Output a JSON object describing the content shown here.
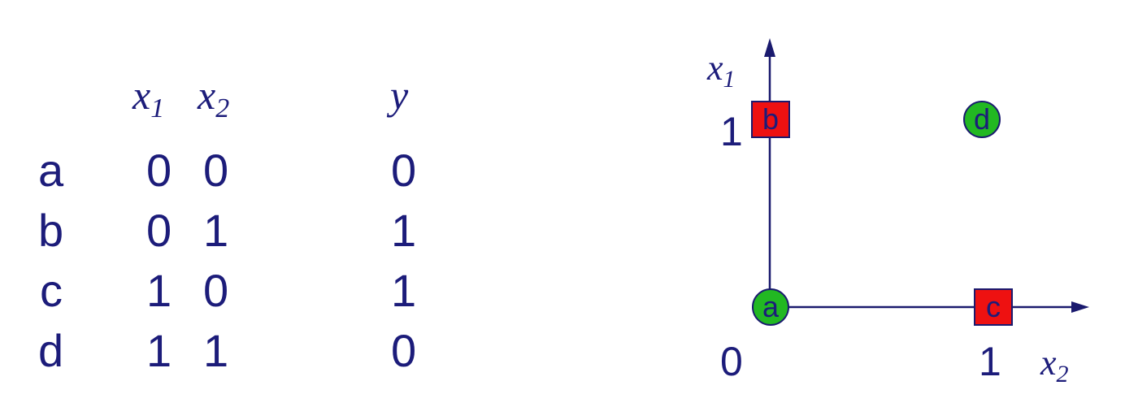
{
  "table": {
    "headers": {
      "x1": "x",
      "x1_sub": "1",
      "x2": "x",
      "x2_sub": "2",
      "y": "y"
    },
    "rows": [
      {
        "label": "a",
        "x1": "0",
        "x2": "0",
        "y": "0"
      },
      {
        "label": "b",
        "x1": "0",
        "x2": "1",
        "y": "1"
      },
      {
        "label": "c",
        "x1": "1",
        "x2": "0",
        "y": "1"
      },
      {
        "label": "d",
        "x1": "1",
        "x2": "1",
        "y": "0"
      }
    ]
  },
  "plot": {
    "axis_x1_label": "x",
    "axis_x1_sub": "1",
    "axis_x2_label": "x",
    "axis_x2_sub": "2",
    "tick_origin": "0",
    "tick_x1_one": "1",
    "tick_x2_one": "1",
    "points": [
      {
        "label": "a",
        "x1": 0,
        "x2": 0,
        "shape": "circle",
        "color": "#22b822"
      },
      {
        "label": "b",
        "x1": 1,
        "x2": 0,
        "shape": "square",
        "color": "#ee1111"
      },
      {
        "label": "c",
        "x1": 0,
        "x2": 1,
        "shape": "square",
        "color": "#ee1111"
      },
      {
        "label": "d",
        "x1": 1,
        "x2": 1,
        "shape": "circle",
        "color": "#22b822"
      }
    ]
  },
  "colors": {
    "text": "#1c1c7a",
    "axis": "#1a1a6e",
    "class0": "#22b822",
    "class1": "#ee1111"
  }
}
